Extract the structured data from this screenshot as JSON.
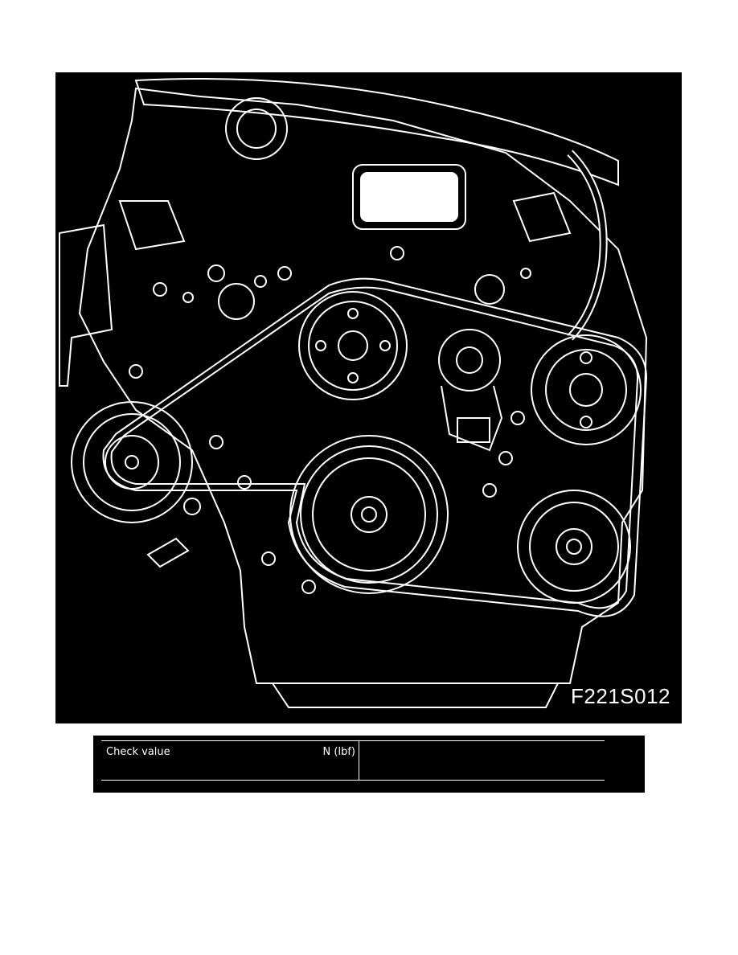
{
  "figure": {
    "code": "F221S012",
    "background": "#000000",
    "line_color": "#ffffff"
  },
  "spec_table": {
    "label": "Check value",
    "unit": "N (lbf)",
    "value": ""
  }
}
